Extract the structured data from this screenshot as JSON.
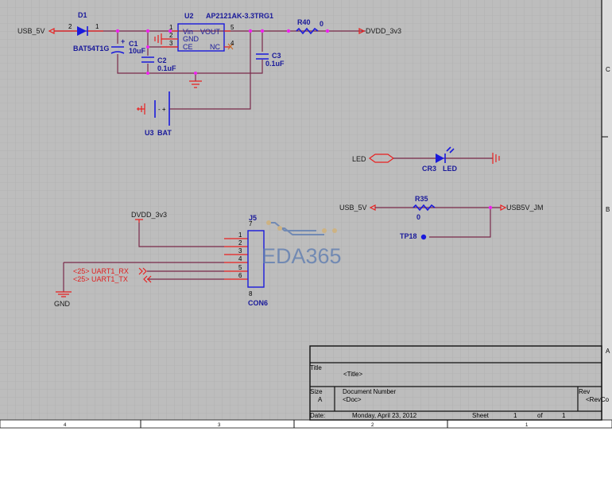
{
  "colors": {
    "background": "#bdbdbd",
    "wire": "#7a2a4a",
    "pin": "#e82020",
    "part": "#1a1adc",
    "junction": "#f020f0",
    "watermark": "#5a7ab0"
  },
  "power": {
    "usb_5v": "USB_5V",
    "d1_ref": "D1",
    "d1_val": "BAT54T1G",
    "d1_pin2": "2",
    "d1_pin1": "1",
    "c1_ref": "C1",
    "c1_val": "10uF",
    "c1_plus": "+",
    "c2_ref": "C2",
    "c2_val": "0.1uF",
    "c3_ref": "C3",
    "c3_val": "0.1uF",
    "u2_ref": "U2",
    "u2_val": "AP2121AK-3.3TRG1",
    "u2_pins": [
      {
        "num": "1",
        "name": "Vin"
      },
      {
        "num": "2",
        "name": "GND"
      },
      {
        "num": "3",
        "name": "CE"
      },
      {
        "num": "5",
        "name": "VOUT"
      },
      {
        "num": "4",
        "name": "NC"
      }
    ],
    "r40_ref": "R40",
    "r40_val": "0",
    "dvdd": "DVDD_3v3",
    "u3_ref": "U3",
    "u3_val": "BAT",
    "bat_pol": "- +"
  },
  "led": {
    "net": "LED",
    "ref": "CR3",
    "val": "LED"
  },
  "usb": {
    "net_in": "USB_5V",
    "ref": "R35",
    "val": "0",
    "net_out": "USB5V_JM",
    "tp": "TP18"
  },
  "connector": {
    "ref": "J5",
    "val": "CON6",
    "pin7": "7",
    "pin8": "8",
    "pins": [
      "1",
      "2",
      "3",
      "4",
      "5",
      "6"
    ],
    "dvdd": "DVDD_3v3",
    "gnd": "GND",
    "rx": "<25>  UART1_RX",
    "tx": "<25>  UART1_TX"
  },
  "watermark": "EDA365",
  "title_block": {
    "title_label": "Title",
    "title_value": "<Title>",
    "size_label": "Size",
    "size_value": "A",
    "doc_label": "Document Number",
    "doc_value": "<Doc>",
    "rev_label": "Rev",
    "rev_value": "<RevCo",
    "date_label": "Date:",
    "date_value": "Monday, April 23, 2012",
    "sheet_label": "Sheet",
    "sheet_num": "1",
    "of_label": "of",
    "sheet_total": "1"
  },
  "border": {
    "cols": [
      "4",
      "3",
      "2",
      "1"
    ],
    "rows": [
      "C",
      "B",
      "A"
    ]
  }
}
